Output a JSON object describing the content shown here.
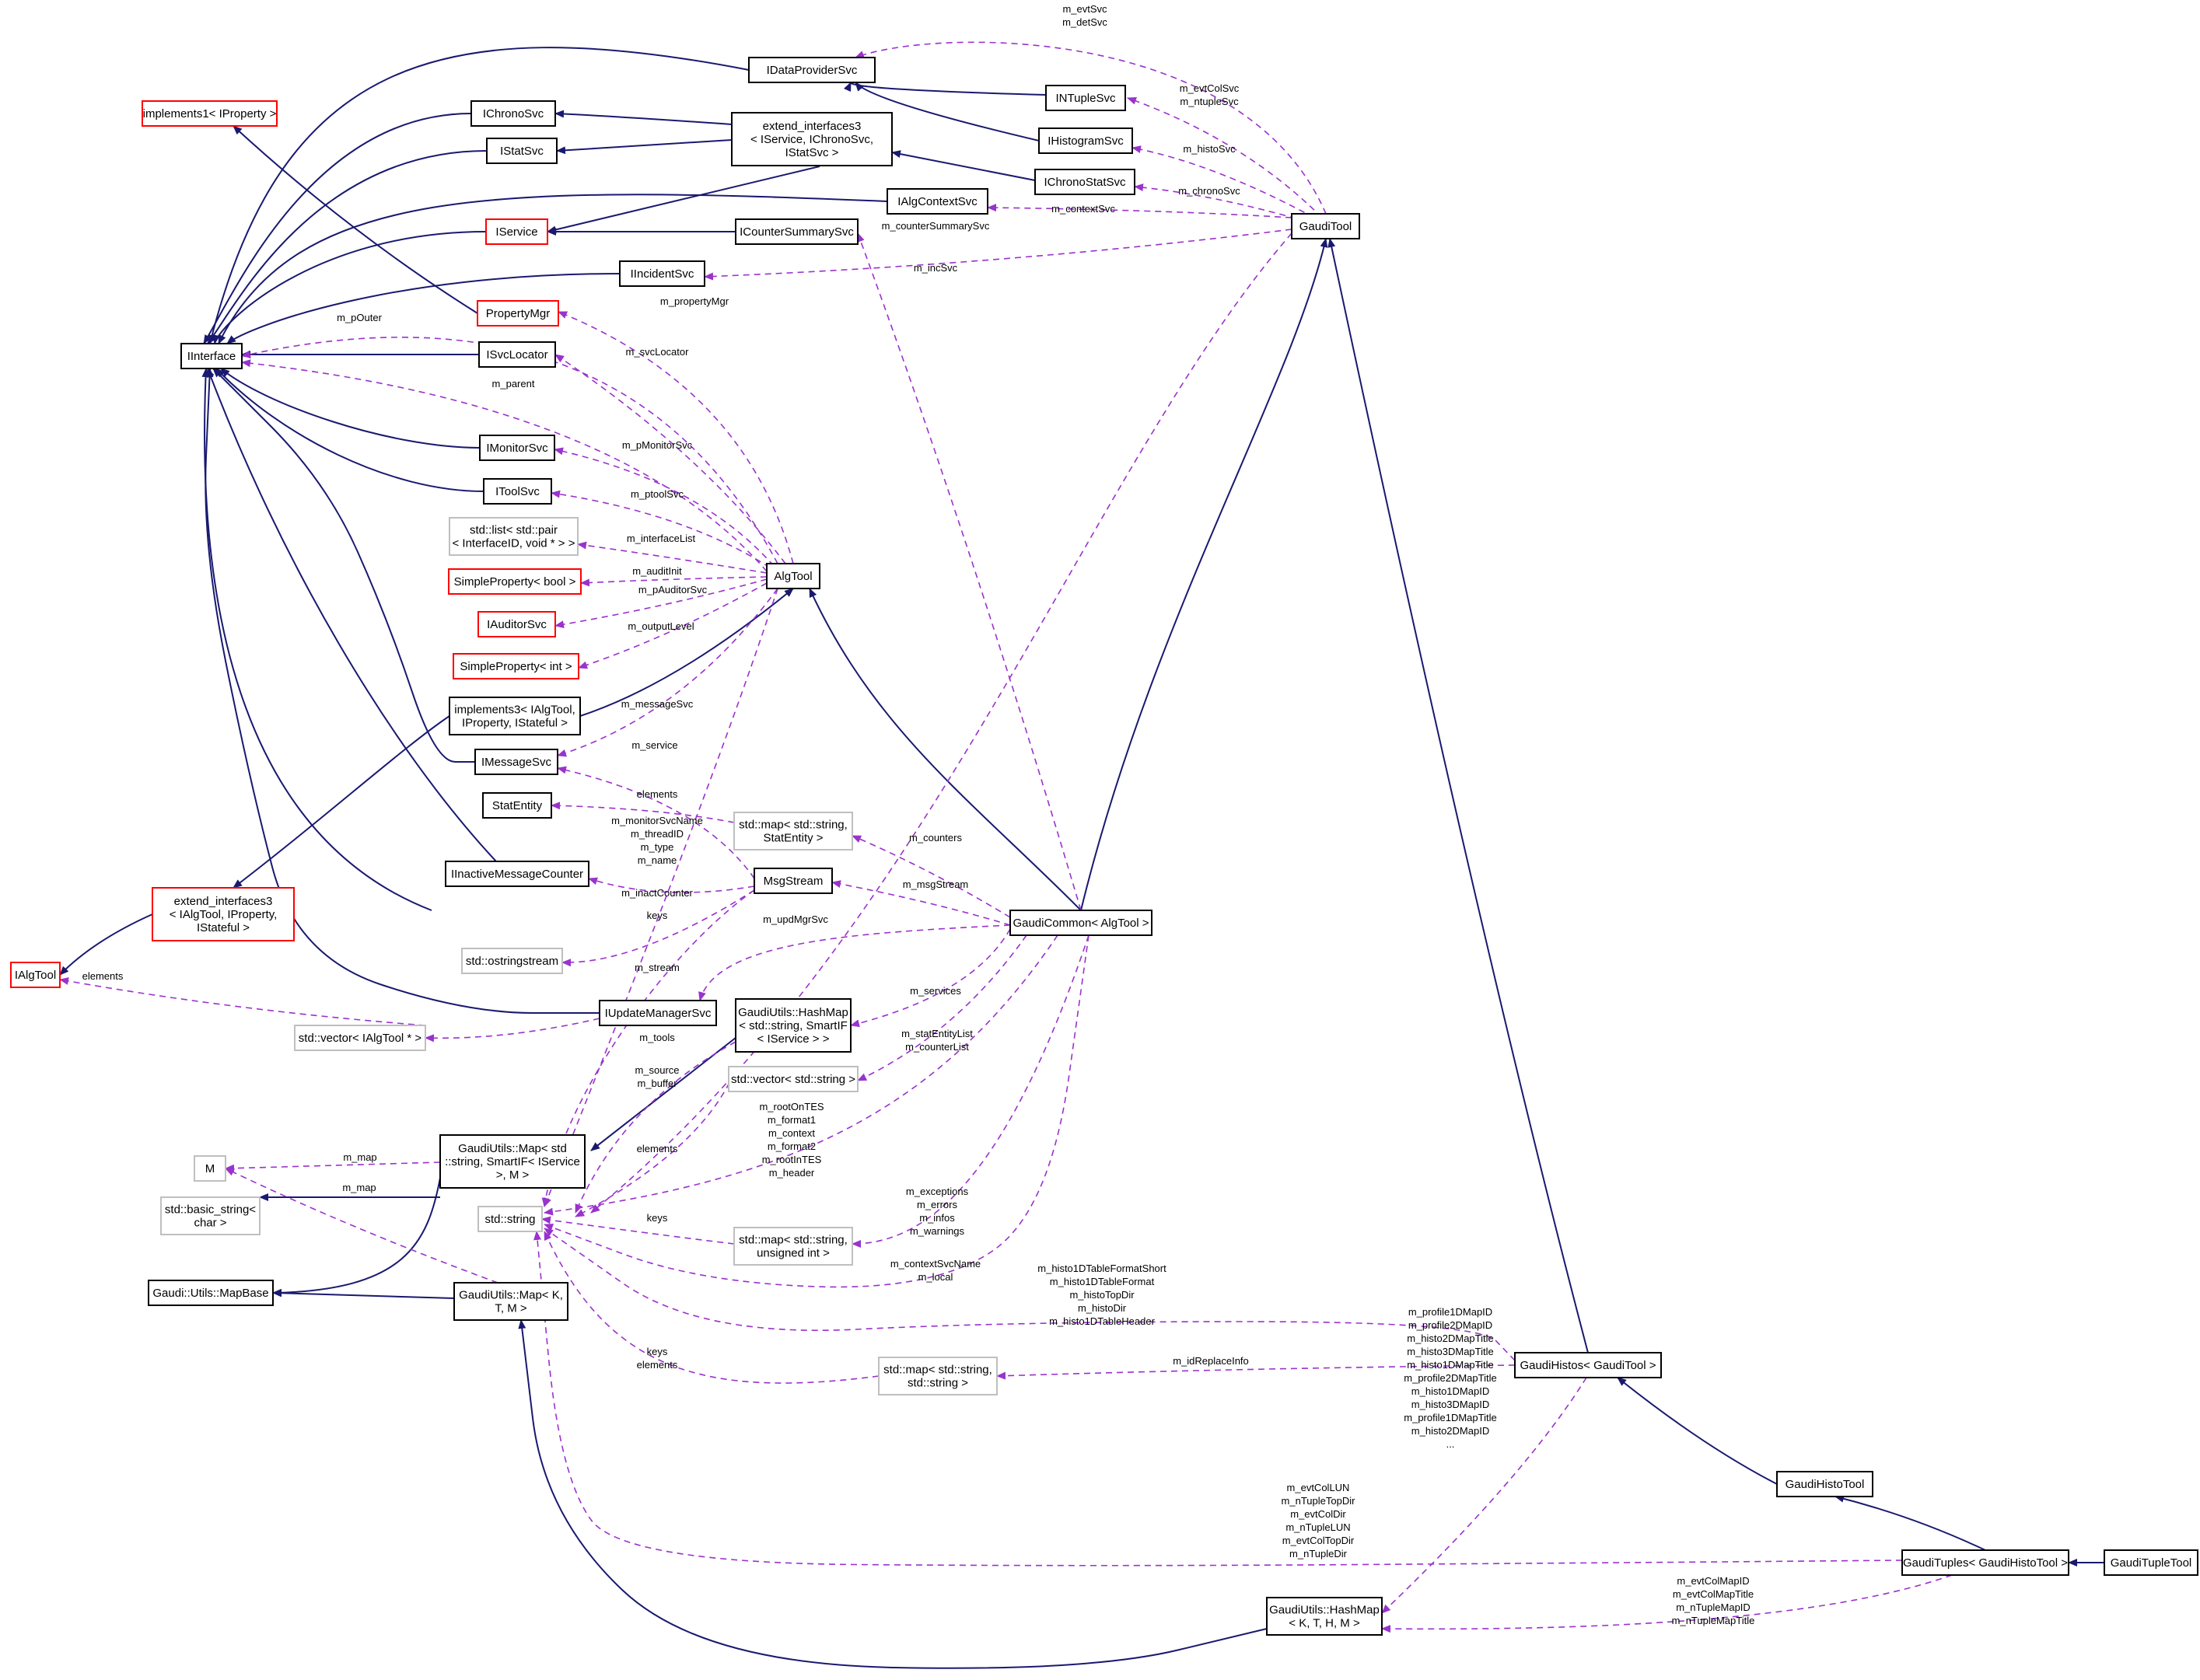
{
  "colors": {
    "inheritance": "#191970",
    "usage": "#9a32cd",
    "documented_border": "#000000",
    "undocumented_border": "#bfbfbf",
    "truncated_border": "#ff0000",
    "focus_fill": "#bfbfbf"
  },
  "nodes": {
    "IDataProviderSvc": [
      "IDataProviderSvc"
    ],
    "implements1_IProperty": [
      "implements1< IProperty >"
    ],
    "IChronoSvc": [
      "IChronoSvc"
    ],
    "extend_interfaces3_svc": [
      "extend_interfaces3",
      "< IService, IChronoSvc,",
      "IStatSvc >"
    ],
    "INTupleSvc": [
      "INTupleSvc"
    ],
    "IHistogramSvc": [
      "IHistogramSvc"
    ],
    "IStatSvc": [
      "IStatSvc"
    ],
    "IChronoStatSvc": [
      "IChronoStatSvc"
    ],
    "IAlgContextSvc": [
      "IAlgContextSvc"
    ],
    "GaudiTool": [
      "GaudiTool"
    ],
    "IService": [
      "IService"
    ],
    "ICounterSummarySvc": [
      "ICounterSummarySvc"
    ],
    "IIncidentSvc": [
      "IIncidentSvc"
    ],
    "PropertyMgr": [
      "PropertyMgr"
    ],
    "IInterface": [
      "IInterface"
    ],
    "ISvcLocator": [
      "ISvcLocator"
    ],
    "IMonitorSvc": [
      "IMonitorSvc"
    ],
    "IToolSvc": [
      "IToolSvc"
    ],
    "std_list_pair": [
      "std::list< std::pair",
      "< InterfaceID, void * > >"
    ],
    "AlgTool": [
      "AlgTool"
    ],
    "SimpleProperty_bool": [
      "SimpleProperty< bool >"
    ],
    "IAuditorSvc": [
      "IAuditorSvc"
    ],
    "SimpleProperty_int": [
      "SimpleProperty< int >"
    ],
    "implements3": [
      "implements3< IAlgTool,",
      "IProperty, IStateful >"
    ],
    "IMessageSvc": [
      "IMessageSvc"
    ],
    "StatEntity": [
      "StatEntity"
    ],
    "std_map_StatEntity": [
      "std::map< std::string,",
      "StatEntity >"
    ],
    "IInactiveMessageCounter": [
      "IInactiveMessageCounter"
    ],
    "MsgStream": [
      "MsgStream"
    ],
    "GaudiCommon_AlgTool": [
      "GaudiCommon< AlgTool >"
    ],
    "extend_interfaces3_tool": [
      "extend_interfaces3",
      "< IAlgTool, IProperty,",
      "IStateful >"
    ],
    "std_ostringstream": [
      "std::ostringstream"
    ],
    "IAlgTool": [
      "IAlgTool"
    ],
    "IUpdateManagerSvc": [
      "IUpdateManagerSvc"
    ],
    "GaudiUtils_HashMap_SmartIF": [
      "GaudiUtils::HashMap",
      "< std::string, SmartIF",
      "< IService > >"
    ],
    "std_vector_IAlgTool": [
      "std::vector< IAlgTool * >"
    ],
    "std_vector_string": [
      "std::vector< std::string >"
    ],
    "M": [
      "M"
    ],
    "GaudiUtils_Map_SmartIF": [
      "GaudiUtils::Map< std",
      "::string, SmartIF< IService",
      ">, M >"
    ],
    "std_basic_string": [
      "std::basic_string<",
      "char >"
    ],
    "std_string": [
      "std::string"
    ],
    "std_map_unsigned_int": [
      "std::map< std::string,",
      "unsigned int >"
    ],
    "Gaudi_Utils_MapBase": [
      "Gaudi::Utils::MapBase"
    ],
    "GaudiUtils_Map_KTM": [
      "GaudiUtils::Map< K,",
      "T, M >"
    ],
    "std_map_string_string": [
      "std::map< std::string,",
      "std::string >"
    ],
    "GaudiHistos_GaudiTool": [
      "GaudiHistos< GaudiTool >"
    ],
    "GaudiHistoTool": [
      "GaudiHistoTool"
    ],
    "GaudiTuples_GaudiHistoTool": [
      "GaudiTuples< GaudiHistoTool >"
    ],
    "GaudiTupleTool": [
      "GaudiTupleTool"
    ],
    "GaudiUtils_HashMap_KTHM": [
      "GaudiUtils::HashMap",
      "< K, T, H, M >"
    ]
  },
  "edge_labels": {
    "evtSvc_detSvc": [
      "m_evtSvc",
      "m_detSvc"
    ],
    "evtColSvc_ntupleSvc": [
      "m_evtColSvc",
      "m_ntupleSvc"
    ],
    "histoSvc": [
      "m_histoSvc"
    ],
    "chronoSvc": [
      "m_chronoSvc"
    ],
    "contextSvc": [
      "m_contextSvc"
    ],
    "counterSummarySvc": [
      "m_counterSummarySvc"
    ],
    "incSvc": [
      "m_incSvc"
    ],
    "propertyMgr": [
      "m_propertyMgr"
    ],
    "pOuter": [
      "m_pOuter"
    ],
    "svcLocator": [
      "m_svcLocator"
    ],
    "parent": [
      "m_parent"
    ],
    "pMonitorSvc": [
      "m_pMonitorSvc"
    ],
    "ptoolSvc": [
      "m_ptoolSvc"
    ],
    "interfaceList": [
      "m_interfaceList"
    ],
    "auditInit": [
      "m_auditInit"
    ],
    "pAuditorSvc": [
      "m_pAuditorSvc"
    ],
    "outputLevel": [
      "m_outputLevel"
    ],
    "messageSvc": [
      "m_messageSvc"
    ],
    "service": [
      "m_service"
    ],
    "elements_statentity": [
      "elements"
    ],
    "monitor_names": [
      "m_monitorSvcName",
      "m_threadID",
      "m_type",
      "m_name"
    ],
    "counters": [
      "m_counters"
    ],
    "inactCounter": [
      "m_inactCounter"
    ],
    "msgStream": [
      "m_msgStream"
    ],
    "keys_top": [
      "keys"
    ],
    "updMgrSvc": [
      "m_updMgrSvc"
    ],
    "elements_ialgtool": [
      "elements"
    ],
    "stream": [
      "m_stream"
    ],
    "services": [
      "m_services"
    ],
    "tools": [
      "m_tools"
    ],
    "statEntityList": [
      "m_statEntityList",
      "m_counterList"
    ],
    "source_buffer": [
      "m_source",
      "m_buffer"
    ],
    "rootOnTES_group": [
      "m_rootOnTES",
      "m_format1",
      "m_context",
      "m_format2",
      "m_rootInTES",
      "m_header"
    ],
    "elements_string": [
      "elements"
    ],
    "map_M": [
      "m_map"
    ],
    "map_M2": [
      "m_map"
    ],
    "exceptions_group": [
      "m_exceptions",
      "m_errors",
      "m_infos",
      "m_warnings"
    ],
    "keys_mid": [
      "keys"
    ],
    "contextSvcName_local": [
      "m_contextSvcName",
      "m_local"
    ],
    "histo1DTable_group": [
      "m_histo1DTableFormatShort",
      "m_histo1DTableFormat",
      "m_histoTopDir",
      "m_histoDir",
      "m_histo1DTableHeader"
    ],
    "keys_elements": [
      "keys",
      "elements"
    ],
    "idReplaceInfo": [
      "m_idReplaceInfo"
    ],
    "profile_group": [
      "m_profile1DMapID",
      "m_profile2DMapID",
      "m_histo2DMapTitle",
      "m_histo3DMapTitle",
      "m_histo1DMapTitle",
      "m_profile2DMapTitle",
      "m_histo1DMapID",
      "m_histo3DMapID",
      "m_profile1DMapTitle",
      "m_histo2DMapID",
      "..."
    ],
    "evtCol_group": [
      "m_evtColLUN",
      "m_nTupleTopDir",
      "m_evtColDir",
      "m_nTupleLUN",
      "m_evtColTopDir",
      "m_nTupleDir"
    ],
    "evtColMap_group": [
      "m_evtColMapID",
      "m_evtColMapTitle",
      "m_nTupleMapID",
      "m_nTupleMapTitle"
    ]
  }
}
